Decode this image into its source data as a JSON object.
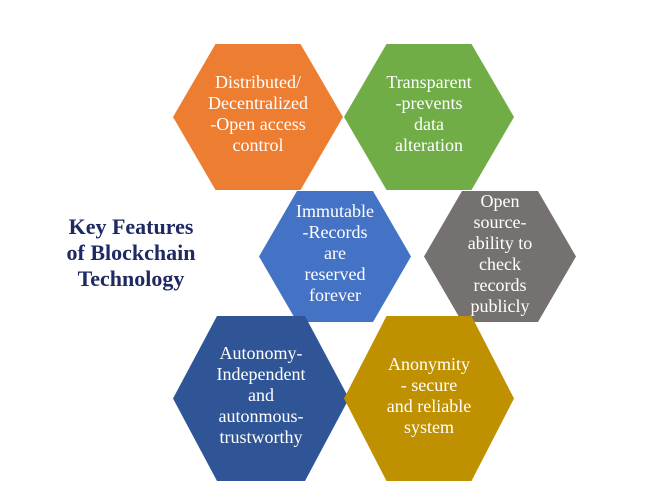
{
  "diagram": {
    "title_lines": [
      "Key Features",
      "of Blockchain",
      "Technology"
    ],
    "features": [
      {
        "lines": [
          "Distributed/",
          "Decentralized",
          "-Open access",
          "control"
        ],
        "color": "#ed7d31"
      },
      {
        "lines": [
          "Transparent",
          "-prevents",
          "data",
          "alteration"
        ],
        "color": "#70ad47"
      },
      {
        "lines": [
          "Immutable",
          "-Records",
          "are",
          "reserved",
          "forever"
        ],
        "color": "#4472c4"
      },
      {
        "lines": [
          "Open",
          "source-",
          "ability to",
          "check",
          "records",
          "publicly"
        ],
        "color": "#767171"
      },
      {
        "lines": [
          "Autonomy-",
          "Independent",
          "and",
          "autonmous-",
          "trustworthy"
        ],
        "color": "#2f5597"
      },
      {
        "lines": [
          "Anonymity",
          "- secure",
          "and reliable",
          "system"
        ],
        "color": "#bf9000"
      }
    ]
  }
}
